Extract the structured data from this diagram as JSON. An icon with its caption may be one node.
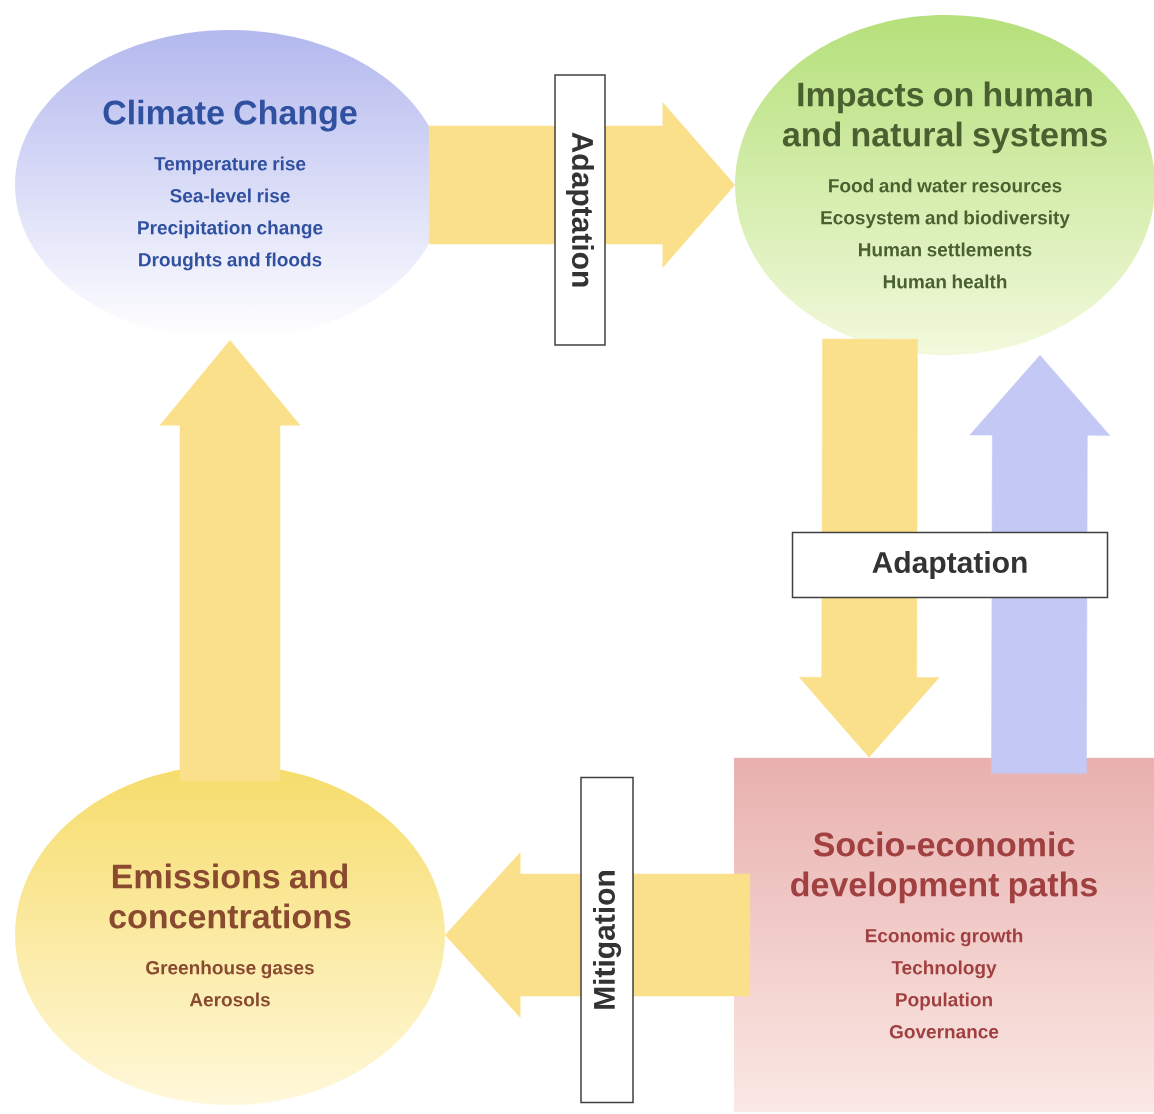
{
  "diagram": {
    "nodes": [
      {
        "text": [
          "Climate Change",
          "Temperature rise",
          "Sea-level rise",
          "Precipitation change",
          "Droughts and floods"
        ]
      },
      {
        "text": [
          "Impacts on human and natural systems",
          "Food and water resources",
          "Ecosystem and biodiversity",
          "Human settlements",
          "Human health"
        ]
      },
      {
        "text": [
          "Socio-economic development paths",
          "Economic growth",
          "Technology",
          "Population",
          "Governance"
        ]
      },
      {
        "text": [
          "Emissions and concentrations",
          "Greenhouse gases",
          "Aerosols"
        ]
      }
    ],
    "edges": [
      {
        "from": 0,
        "to": 1,
        "arrow": "to",
        "label": "Adaptation"
      },
      {
        "from": 1,
        "to": 2,
        "arrow": "to",
        "label": "Adaptation"
      },
      {
        "from": 2,
        "to": 1,
        "arrow": "to",
        "color": "#c4c8f4"
      },
      {
        "from": 2,
        "to": 3,
        "arrow": "to",
        "label": "Mitigation"
      },
      {
        "from": 3,
        "to": 0,
        "arrow": "to"
      }
    ]
  }
}
